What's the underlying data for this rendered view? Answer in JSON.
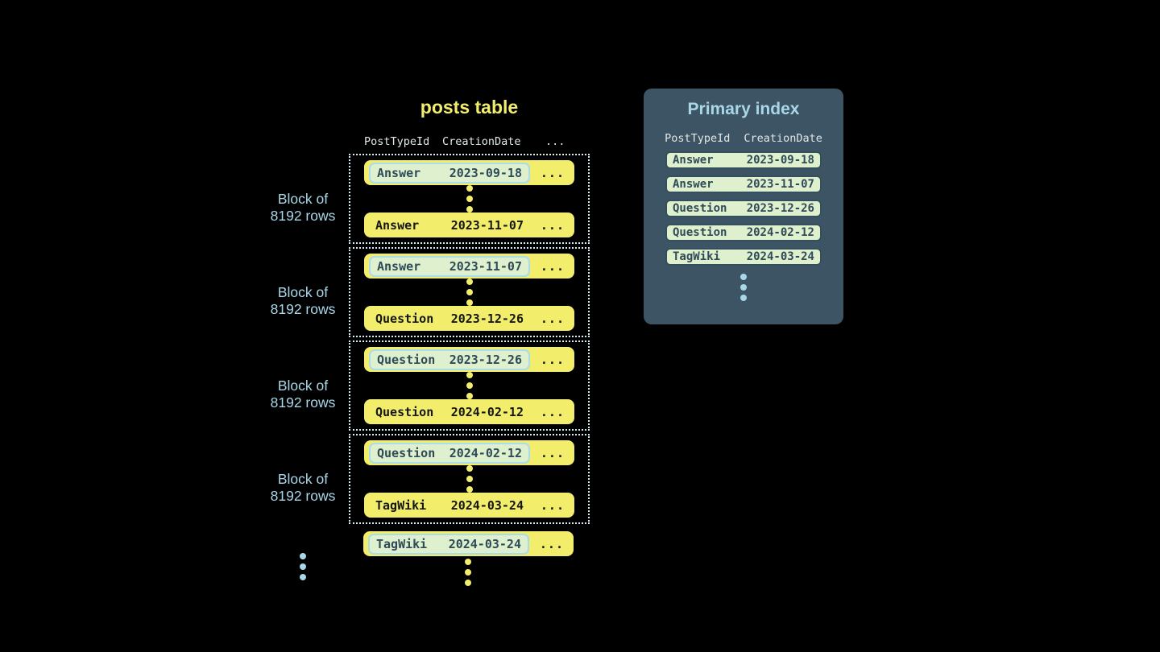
{
  "posts_table": {
    "title": "posts table",
    "columns": [
      "PostTypeId",
      "CreationDate",
      "..."
    ],
    "blocks": [
      {
        "label1": "Block of",
        "label2": "8192 rows",
        "first_row": {
          "post_type": "Answer",
          "creation_date": "2023-09-18",
          "more": "..."
        },
        "last_row": {
          "post_type": "Answer",
          "creation_date": "2023-11-07",
          "more": "..."
        }
      },
      {
        "label1": "Block of",
        "label2": "8192 rows",
        "first_row": {
          "post_type": "Answer",
          "creation_date": "2023-11-07",
          "more": "..."
        },
        "last_row": {
          "post_type": "Question",
          "creation_date": "2023-12-26",
          "more": "..."
        }
      },
      {
        "label1": "Block of",
        "label2": "8192 rows",
        "first_row": {
          "post_type": "Question",
          "creation_date": "2023-12-26",
          "more": "..."
        },
        "last_row": {
          "post_type": "Question",
          "creation_date": "2024-02-12",
          "more": "..."
        }
      },
      {
        "label1": "Block of",
        "label2": "8192 rows",
        "first_row": {
          "post_type": "Question",
          "creation_date": "2024-02-12",
          "more": "..."
        },
        "last_row": {
          "post_type": "TagWiki",
          "creation_date": "2024-03-24",
          "more": "..."
        }
      }
    ],
    "overflow_row": {
      "post_type": "TagWiki",
      "creation_date": "2024-03-24",
      "more": "..."
    }
  },
  "primary_index": {
    "title": "Primary index",
    "columns": [
      "PostTypeId",
      "CreationDate"
    ],
    "rows": [
      {
        "post_type": "Answer",
        "creation_date": "2023-09-18"
      },
      {
        "post_type": "Answer",
        "creation_date": "2023-11-07"
      },
      {
        "post_type": "Question",
        "creation_date": "2023-12-26"
      },
      {
        "post_type": "Question",
        "creation_date": "2024-02-12"
      },
      {
        "post_type": "TagWiki",
        "creation_date": "2024-03-24"
      }
    ]
  },
  "colors": {
    "background": "#000000",
    "row_yellow": "#F2EE6B",
    "highlight_mint": "#DEF0CD",
    "highlight_border_blue": "#A9DCEC",
    "accent_light_blue": "#A9D7E8",
    "panel_slate": "#3D5464",
    "pill_border_slate": "#33505C",
    "dark_text": "#161616",
    "slate_text": "#2F4A58",
    "header_text": "#E2E7E7",
    "dotted_border": "#D8EFF6"
  }
}
